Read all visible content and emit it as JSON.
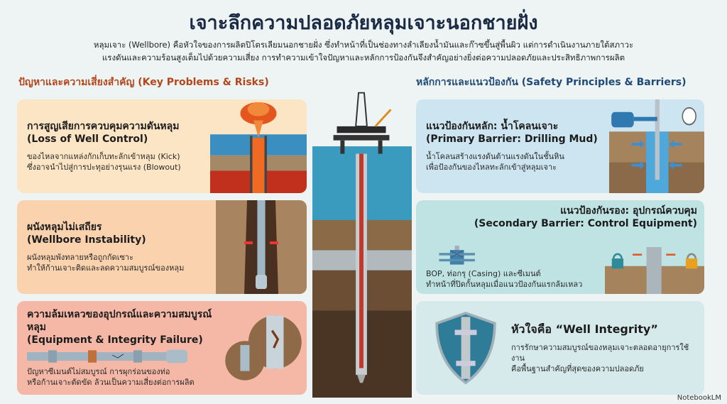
{
  "title": "เจาะลึกความปลอดภัยหลุมเจาะนอกชายฝั่ง",
  "subtitle": [
    "หลุมเจาะ (Wellbore) คือหัวใจของการผลิตปิโตรเลียมนอกชายฝั่ง ซึ่งทำหน้าที่เป็นช่องทางลำเลียงน้ำมันและก๊าซขึ้นสู่พื้นผิว แต่การดำเนินงานภายใต้สภาวะ",
    "แรงดันและความร้อนสูงเต็มไปด้วยความเสี่ยง การทำความเข้าใจปัญหาและหลักการป้องกันจึงสำคัญอย่างยิ่งต่อความปลอดภัยและประสิทธิภาพการผลิต"
  ],
  "left": {
    "heading": "ปัญหาและความเสี่ยงสำคัญ (Key Problems & Risks)",
    "cards": [
      {
        "title_th": "การสูญเสียการควบคุมความดันหลุม",
        "title_en": "(Loss of Well Control)",
        "desc": [
          "ของไหลจากแหล่งกักเก็บทะลักเข้าหลุม (Kick)",
          "ซึ่งอาจนำไปสู่การปะทุอย่างรุนแรง (Blowout)"
        ]
      },
      {
        "title_th": "ผนังหลุมไม่เสถียร",
        "title_en": "(Wellbore Instability)",
        "desc": [
          "ผนังหลุมพังทลายหรือถูกกัดเซาะ",
          "ทำให้ก้านเจาะติดและลดความสมบูรณ์ของหลุม"
        ]
      },
      {
        "title_th": "ความล้มเหลวของอุปกรณ์และความสมบูรณ์หลุม",
        "title_en": "(Equipment & Integrity Failure)",
        "desc": [
          "ปัญหาซีเมนต์ไม่สมบูรณ์ การผุกร่อนของท่อ",
          "หรือก้านเจาะตัดขัด ล้วนเป็นความเสี่ยงต่อการผลิต"
        ]
      }
    ]
  },
  "right": {
    "heading": "หลักการและแนวป้องกัน (Safety Principles & Barriers)",
    "cards": [
      {
        "title_th": "แนวป้องกันหลัก: น้ำโคลนเจาะ",
        "title_en": "(Primary Barrier: Drilling Mud)",
        "desc": [
          "น้ำโคลนสร้างแรงดันต้านแรงดันในชั้นหิน",
          "เพื่อป้องกันของไหลทะลักเข้าสู่หลุมเจาะ"
        ]
      },
      {
        "title_th": "แนวป้องกันรอง: อุปกรณ์ควบคุม",
        "title_en": "(Secondary Barrier: Control Equipment)",
        "desc": [
          "BOP, ท่อกรุ (Casing) และซีเมนต์",
          "ทำหน้าที่ปิดกั้นหลุมเมื่อแนวป้องกันแรกล้มเหลว"
        ]
      },
      {
        "title_th": "หัวใจคือ “Well Integrity”",
        "desc": [
          "การรักษาความสมบูรณ์ของหลุมเจาะตลอดอายุการใช้งาน",
          "คือพื้นฐานสำคัญที่สุดของความปลอดภัย"
        ]
      }
    ]
  },
  "brand": "NotebookLM"
}
